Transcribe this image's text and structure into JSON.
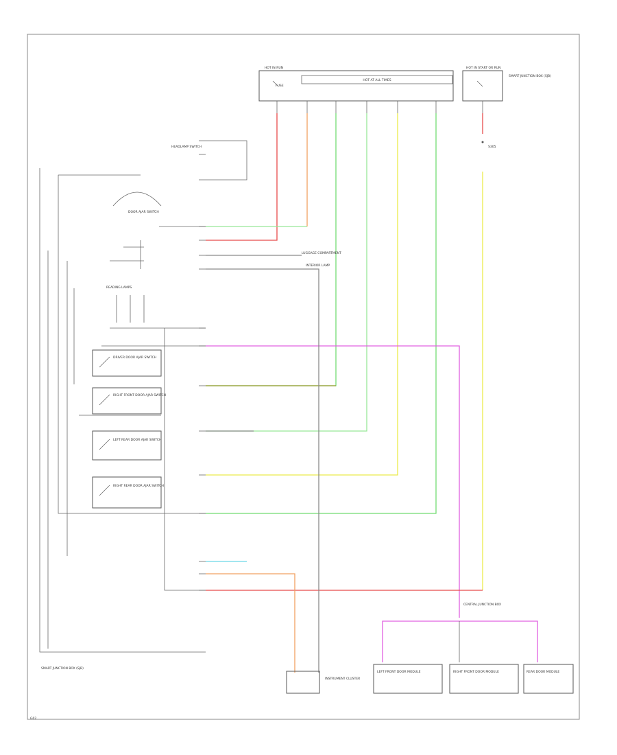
{
  "colors": {
    "red": "#e84a4a",
    "orange": "#f0a060",
    "green": "#72dc72",
    "lightgreen": "#98e898",
    "yellow": "#eaea4a",
    "magenta": "#e060e0",
    "olive": "#9a9a30",
    "cyan": "#6ad8e6",
    "gray": "#8a8a8a",
    "frame": "#888888"
  },
  "labels": {
    "top_left_fuse": "HOT IN RUN",
    "top_center_fuse": "HOT AT ALL TIMES",
    "top_right_fuse": "HOT IN START OR RUN",
    "top_right_note": "SMART JUNCTION BOX (SJB)",
    "sjb_fuse": "FUSE",
    "right_splice": "S305",
    "lamp_switch": "HEADLAMP SWITCH",
    "door_switch": "DOOR AJAR SWITCH",
    "trunk_switch": "LUGGAGE COMPARTMENT",
    "entry_light": "INTERIOR LAMP",
    "reading_light": "READING LAMPS",
    "door_switch_1": "DRIVER DOOR AJAR SWITCH",
    "door_switch_2": "RIGHT FRONT DOOR AJAR SWITCH",
    "door_switch_3": "LEFT REAR DOOR AJAR SWITCH",
    "door_switch_4": "RIGHT REAR DOOR AJAR SWITCH",
    "module_1": "INSTRUMENT CLUSTER",
    "module_2": "LEFT FRONT DOOR MODULE",
    "module_3": "RIGHT FRONT DOOR MODULE",
    "module_4": "REAR DOOR MODULE",
    "bottom_left_block": "SMART JUNCTION BOX (SJB)",
    "bottom_right_note": "CENTRAL JUNCTION BOX",
    "bottom_tiny_id": "G02"
  }
}
